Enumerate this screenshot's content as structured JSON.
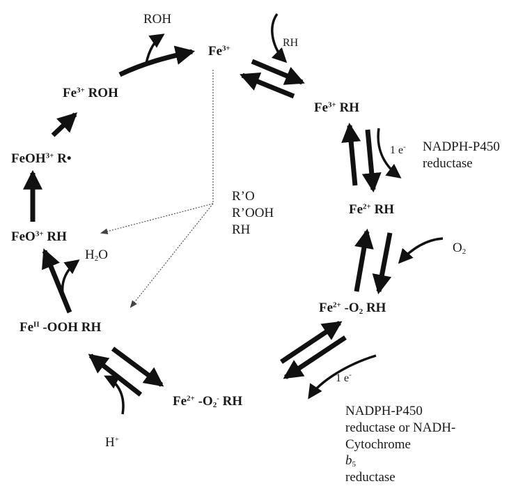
{
  "species": {
    "fe3": {
      "base": "Fe",
      "sup": "3+",
      "rest": ""
    },
    "fe3_rh": {
      "base": "Fe",
      "sup": "3+",
      "rest": " RH"
    },
    "fe2_rh": {
      "base": "Fe",
      "sup": "2+",
      "rest": " RH"
    },
    "fe2_o2_rh": {
      "base": "Fe",
      "sup": "2+",
      "mid": " -O",
      "sub": "2",
      "rest": " RH"
    },
    "fe2_o2minus_rh": {
      "base": "Fe",
      "sup": "2+",
      "mid": " -O",
      "sub": "2",
      "sup2": "-",
      "rest": " RH"
    },
    "feii_ooh_rh": {
      "base": "Fe",
      "sup": "II",
      "rest": " -OOH RH"
    },
    "feo3_rh": {
      "base": "FeO",
      "sup": "3+",
      "rest": " RH"
    },
    "feoh3_r": {
      "base": "FeOH",
      "sup": "3+",
      "rest": " R•"
    },
    "fe3_roh": {
      "base": "Fe",
      "sup": "3+",
      "rest": "  ROH"
    }
  },
  "reagents": {
    "roh": "ROH",
    "rh": "RH",
    "electron1": {
      "base": "1 e",
      "sup": "-"
    },
    "o2": {
      "base": "O",
      "sub": "2"
    },
    "electron2": {
      "base": "1 e",
      "sup": "-"
    },
    "h_plus": {
      "base": "H",
      "sup": "+"
    },
    "h2o": {
      "base": "H",
      "sub": "2",
      "rest": "O"
    }
  },
  "shunt": {
    "lines": [
      "R’O",
      "R’OOH",
      "RH"
    ]
  },
  "enzymes": {
    "reductase1": [
      "NADPH-P450",
      "reductase"
    ],
    "reductase2": {
      "line1": "NADPH-P450",
      "line2": "reductase or NADH-",
      "line3_text": "Cytochrome ",
      "line3_italic": "b",
      "line3_sub": "5",
      "line4": "reductase"
    }
  },
  "colors": {
    "ink": "#111111",
    "text": "#1a1a1a"
  }
}
